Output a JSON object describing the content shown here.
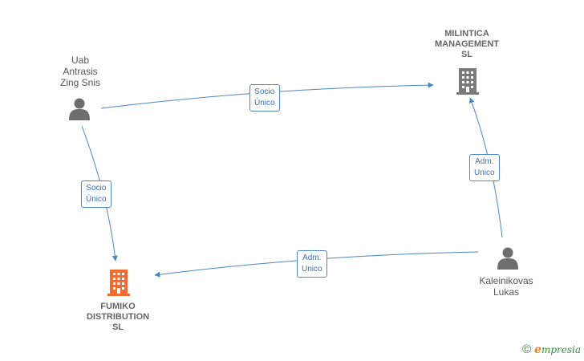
{
  "nodes": {
    "uab": {
      "lines": [
        "Uab",
        "Antrasis",
        "Zing Snis"
      ],
      "type": "person"
    },
    "milintica": {
      "lines": [
        "MILINTICA",
        "MANAGEMENT",
        "SL"
      ],
      "type": "company"
    },
    "fumiko": {
      "lines": [
        "FUMIKO",
        "DISTRIBUTION",
        "SL"
      ],
      "type": "company",
      "highlight": true
    },
    "kaleinikovas": {
      "lines": [
        "Kaleinikovas",
        "Lukas"
      ],
      "type": "person"
    }
  },
  "edges": {
    "uab_to_milintica": {
      "lines": [
        "Socio",
        "Único"
      ]
    },
    "uab_to_fumiko": {
      "lines": [
        "Socio",
        "Único"
      ]
    },
    "kaleinikovas_to_milintica": {
      "lines": [
        "Adm.",
        "Unico"
      ]
    },
    "kaleinikovas_to_fumiko": {
      "lines": [
        "Adm.",
        "Unico"
      ]
    }
  },
  "colors": {
    "edge": "#4a86c8",
    "person_icon": "#6e6e6e",
    "company_icon": "#7a7a7a",
    "highlight_company_icon": "#f26a2e"
  },
  "brand": {
    "copyright": "©",
    "e": "e",
    "word": "mpresia"
  }
}
